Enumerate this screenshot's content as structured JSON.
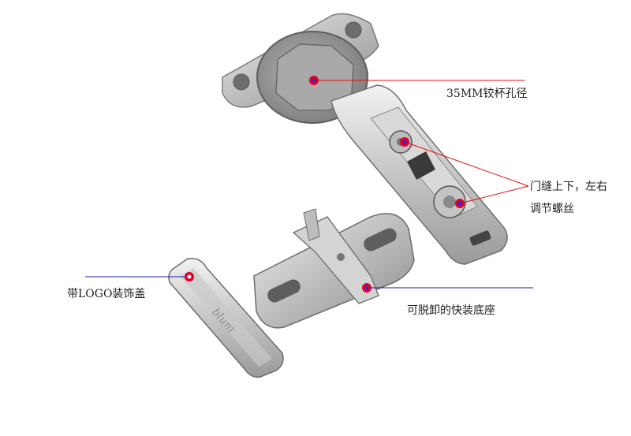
{
  "scene": {
    "description_visible": false,
    "background": "#ffffff",
    "metal_color": "#c9c9c9",
    "marker_color": "#e0002a",
    "marker_center_color": "#2a2ad0",
    "leader_red": "#e01010",
    "leader_blue": "#1a1aa0"
  },
  "labels": {
    "cup": "35MM铰杯孔径",
    "adjust_line1": "门缝上下，左右",
    "adjust_line2": "调节螺丝",
    "cover": "带LOGO装饰盖",
    "plate": "可脱卸的快装底座"
  },
  "icons": {
    "hinge": "hinge-arm-image",
    "plate": "mounting-plate-image",
    "cover": "logo-cover-image",
    "marker": "red-dot-marker"
  }
}
